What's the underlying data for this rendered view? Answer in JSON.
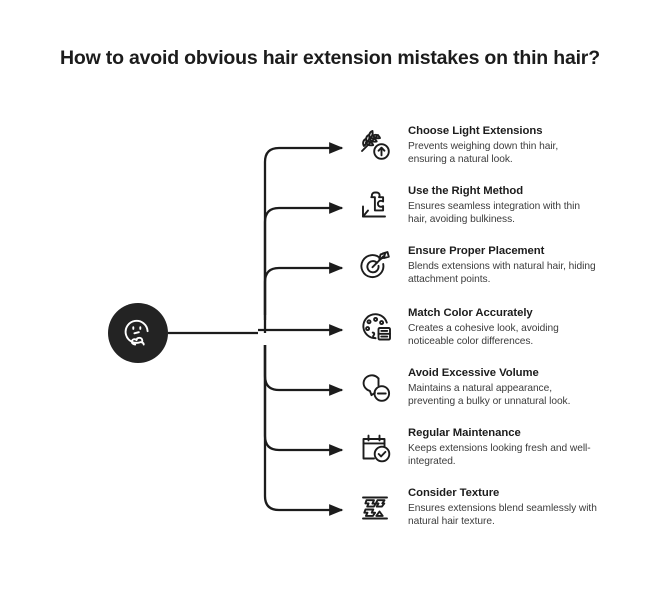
{
  "page": {
    "title": "How to avoid obvious hair extension mistakes on thin hair?",
    "background_color": "#ffffff",
    "accent_color": "#232323",
    "text_color": "#1c1c1c",
    "body_text_color": "#3c3c3c"
  },
  "hub": {
    "icon": "thinking-face-icon",
    "shape": "circle",
    "fill": "#232323"
  },
  "items": [
    {
      "icon": "wheat-feather-up-arrow-icon",
      "heading": "Choose Light Extensions",
      "body": "Prevents weighing down thin hair, ensuring a natural look."
    },
    {
      "icon": "puzzle-piece-platform-icon",
      "heading": "Use the Right Method",
      "body": "Ensures seamless integration with thin hair, avoiding bulkiness."
    },
    {
      "icon": "target-dart-icon",
      "heading": "Ensure Proper Placement",
      "body": "Blends extensions with natural hair, hiding attachment points."
    },
    {
      "icon": "color-palette-swatch-icon",
      "heading": "Match Color Accurately",
      "body": "Creates a cohesive look, avoiding noticeable color differences."
    },
    {
      "icon": "hair-volume-minus-icon",
      "heading": "Avoid Excessive Volume",
      "body": "Maintains a natural appearance, preventing a bulky or unnatural look."
    },
    {
      "icon": "calendar-check-icon",
      "heading": "Regular Maintenance",
      "body": "Keeps extensions looking fresh and well-integrated."
    },
    {
      "icon": "texture-layers-icon",
      "heading": "Consider Texture",
      "body": "Ensures extensions blend seamlessly with natural hair texture."
    }
  ]
}
